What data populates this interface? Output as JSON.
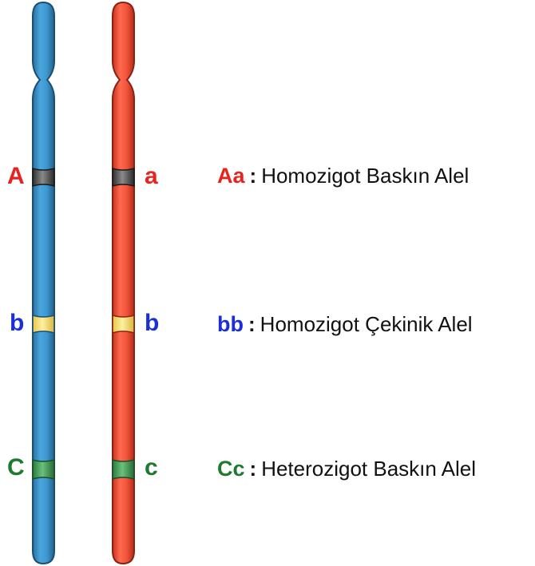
{
  "colors": {
    "chromosome_left": "#3a97cf",
    "chromosome_right": "#ee4a30",
    "band_A": "#4a4a4a",
    "band_b": "#f6df73",
    "band_C": "#3f9b55",
    "letter_red": "#e8231f",
    "letter_blue": "#1a2fd6",
    "letter_green": "#1d7a2e"
  },
  "chromosomes": {
    "left": {
      "color": "blue",
      "alleles": [
        "A",
        "b",
        "C"
      ]
    },
    "right": {
      "color": "red",
      "alleles": [
        "a",
        "b",
        "c"
      ]
    }
  },
  "legend": [
    {
      "code": "Aa",
      "colon": ":",
      "text": "Homozigot Baskın Alel",
      "color": "red"
    },
    {
      "code": "bb",
      "colon": ":",
      "text": "Homozigot Çekinik Alel",
      "color": "blue"
    },
    {
      "code": "Cc",
      "colon": ":",
      "text": "Heterozigot Baskın Alel",
      "color": "green"
    }
  ]
}
